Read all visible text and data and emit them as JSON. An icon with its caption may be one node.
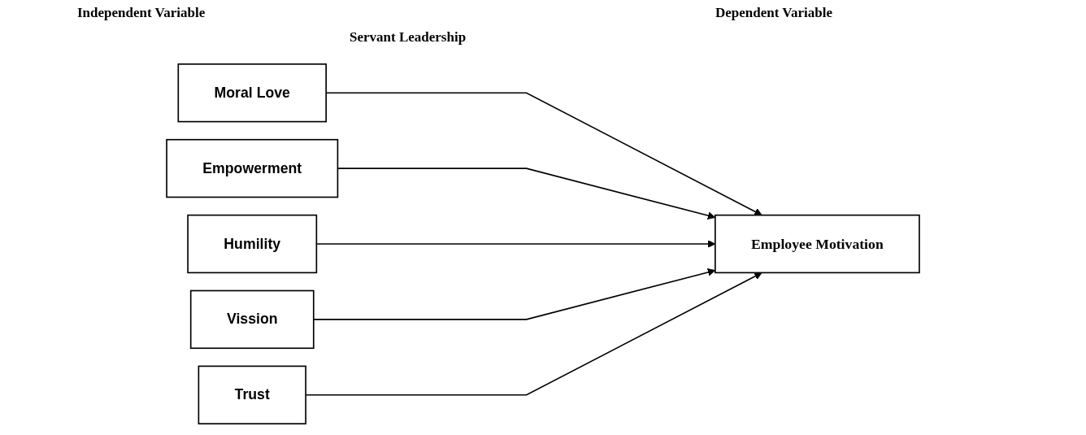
{
  "diagram": {
    "nodes": [
      {
        "text": [
          "Moral Love"
        ]
      },
      {
        "text": [
          "Empowerment"
        ]
      },
      {
        "text": [
          "Humility"
        ]
      },
      {
        "text": [
          "Vission"
        ]
      },
      {
        "text": [
          "Trust"
        ]
      },
      {
        "text": [
          "Employee Motivation"
        ]
      }
    ],
    "edges": [
      {
        "from": 0,
        "to": 5,
        "arrow": "to"
      },
      {
        "from": 1,
        "to": 5,
        "arrow": "to"
      },
      {
        "from": 2,
        "to": 5,
        "arrow": "to"
      },
      {
        "from": 3,
        "to": 5,
        "arrow": "to"
      },
      {
        "from": 4,
        "to": 5,
        "arrow": "to"
      }
    ],
    "labels": [
      "Independent Variable",
      "Dependent Variable",
      "Servant Leadership"
    ]
  }
}
